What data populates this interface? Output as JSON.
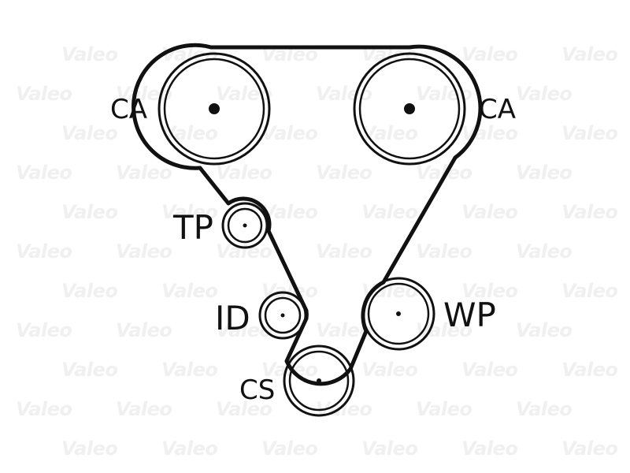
{
  "watermark": {
    "text": "Valeo",
    "color": "#f0f0f0"
  },
  "diagram": {
    "belt_color": "#111111",
    "pulleys": [
      {
        "id": "cam-left",
        "label": "CA",
        "kind": "camshaft"
      },
      {
        "id": "cam-right",
        "label": "CA",
        "kind": "camshaft"
      },
      {
        "id": "tensioner",
        "label": "TP",
        "kind": "tensioner"
      },
      {
        "id": "idler",
        "label": "ID",
        "kind": "idler"
      },
      {
        "id": "water-pump",
        "label": "WP",
        "kind": "water pump"
      },
      {
        "id": "crankshaft",
        "label": "CS",
        "kind": "crankshaft"
      }
    ]
  }
}
